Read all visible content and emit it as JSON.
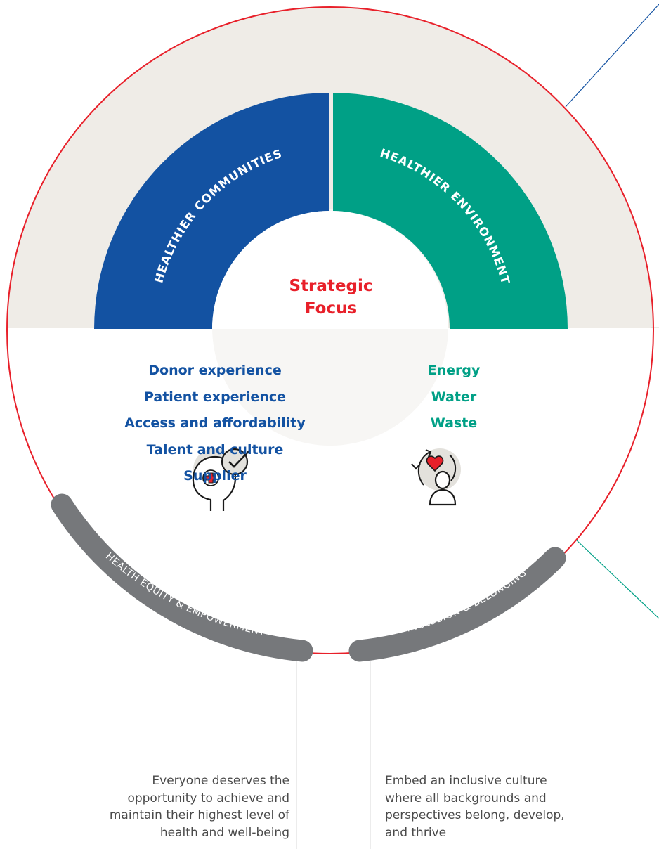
{
  "center": {
    "line1": "Strategic",
    "line2": "Focus"
  },
  "segments": {
    "communities": {
      "label": "HEALTHIER COMMUNITIES"
    },
    "environment": {
      "label": "HEALTHIER ENVIRONMENT"
    }
  },
  "communities_items": [
    "Donor experience",
    "Patient experience",
    "Access and affordability",
    "Talent and culture",
    "Supplier"
  ],
  "environment_items": [
    "Energy",
    "Water",
    "Waste"
  ],
  "pillars": {
    "equity": {
      "label": "HEALTH EQUITY & EMPOWERMENT",
      "icon": "head-health-check-icon",
      "description": [
        "Everyone deserves the",
        "opportunity to achieve and",
        "maintain their highest level of",
        "health and well-being"
      ]
    },
    "inclusion": {
      "label": "INCLUSION & BELONGING",
      "icon": "person-heart-cycle-icon",
      "description": [
        "Embed an inclusive culture",
        "where all backgrounds and",
        "perspectives belong, develop,",
        "and thrive"
      ]
    }
  },
  "colors": {
    "communities": "#1352A2",
    "environment": "#00A086",
    "accent_red": "#E8202A",
    "band_grey": "#76787B",
    "beige": "#EFECE7"
  }
}
